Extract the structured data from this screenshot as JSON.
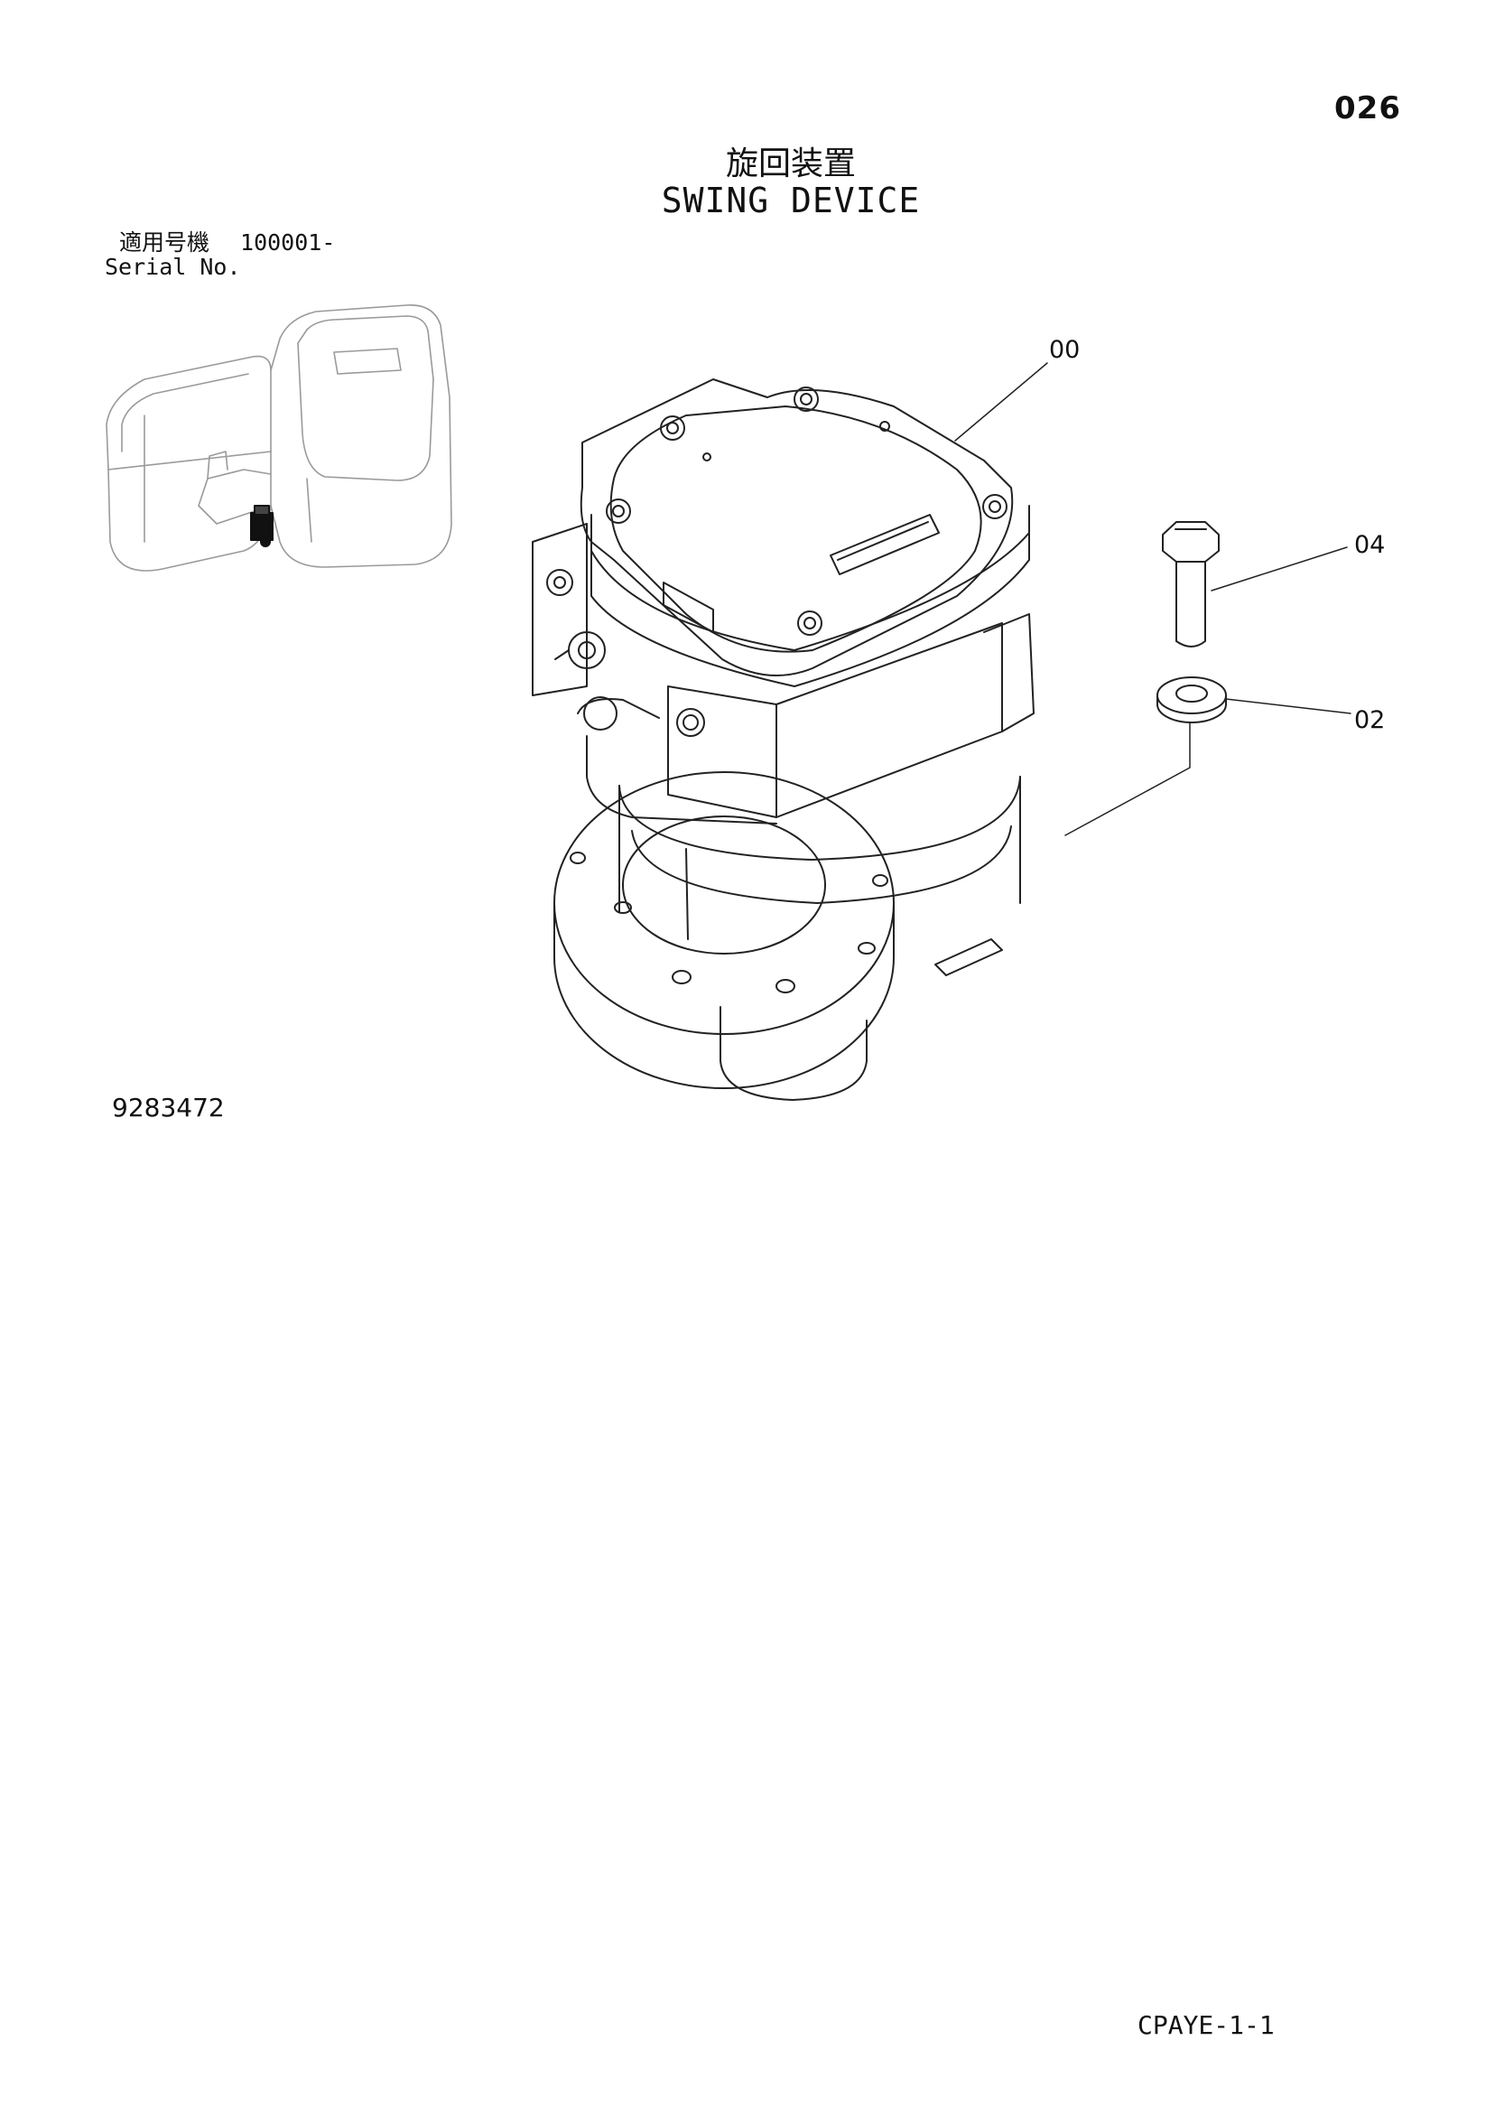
{
  "page_number": "026",
  "title_jp": "旋回装置",
  "title_en": "SWING DEVICE",
  "serial": {
    "label_jp": "適用号機",
    "value": "100001-",
    "label_en": "Serial No."
  },
  "callouts": [
    "00",
    "04",
    "02"
  ],
  "part_number": "9283472",
  "doc_code": "CPAYE-1-1"
}
